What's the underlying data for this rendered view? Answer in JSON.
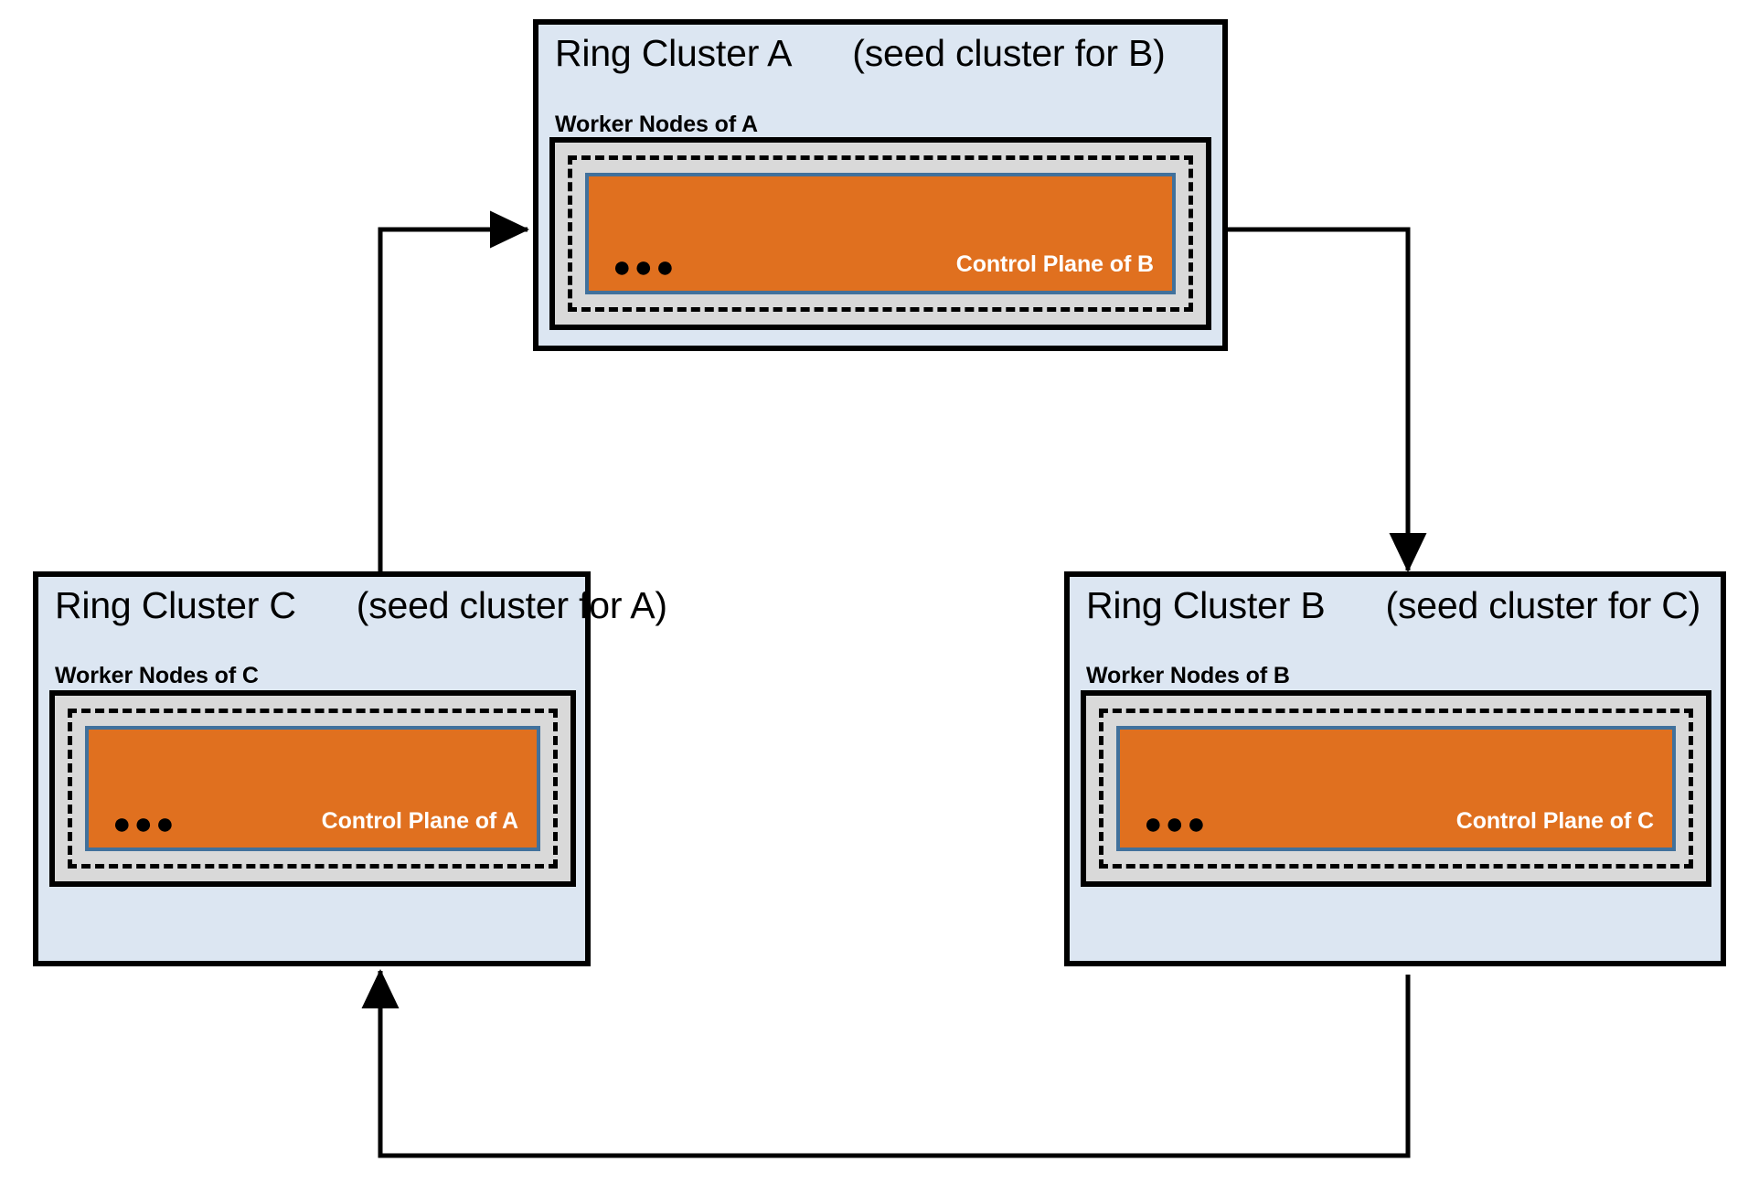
{
  "diagram": {
    "title_hidden": "",
    "colors": {
      "cluster_fill": "#dce6f2",
      "worker_fill": "#d9d9d9",
      "control_plane_fill": "#e0701f",
      "control_plane_border": "#41719c",
      "line": "#000000",
      "label_on_orange": "#ffffff"
    },
    "clusters": [
      {
        "id": "a",
        "name": "Ring Cluster A",
        "seed_note": "(seed cluster for B)",
        "worker_label": "Worker Nodes of A",
        "control_plane_label": "Control Plane of B",
        "dots": "●●●"
      },
      {
        "id": "c",
        "name": "Ring Cluster C",
        "seed_note": "(seed cluster for A)",
        "worker_label": "Worker Nodes of C",
        "control_plane_label": "Control Plane of A",
        "dots": "●●●"
      },
      {
        "id": "b",
        "name": "Ring Cluster B",
        "seed_note": "(seed cluster for C)",
        "worker_label": "Worker Nodes of B",
        "control_plane_label": "Control Plane of C",
        "dots": "●●●"
      }
    ],
    "connections": [
      {
        "id": "c-to-a",
        "from": "Ring Cluster C",
        "to": "Ring Cluster A"
      },
      {
        "id": "a-to-b",
        "from": "Ring Cluster A",
        "to": "Ring Cluster B"
      },
      {
        "id": "b-to-c",
        "from": "Ring Cluster B",
        "to": "Ring Cluster C"
      }
    ]
  }
}
